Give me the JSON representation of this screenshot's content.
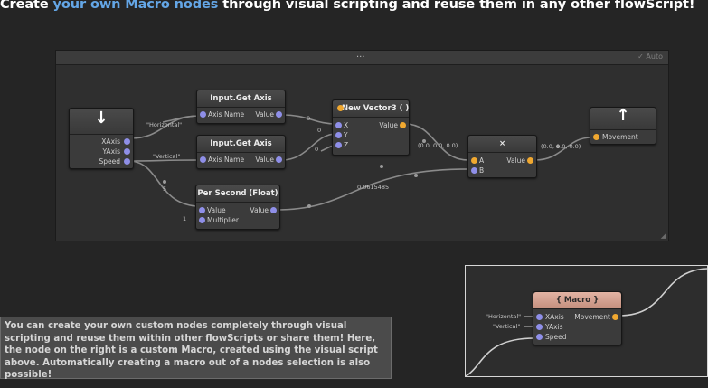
{
  "headline": {
    "prefix": "Create ",
    "highlight": "your own Macro nodes",
    "suffix": " through visual scripting and reuse them in any other flowScript!"
  },
  "editor": {
    "top_dots": "...",
    "auto_label": "✓ Auto",
    "resize_glyph": "◢"
  },
  "nodes": {
    "input_arrow": {
      "glyph": "↓",
      "ports": [
        "XAxis",
        "YAxis",
        "Speed"
      ]
    },
    "get_axis_1": {
      "title": "Input.Get Axis",
      "in_label": "Axis Name",
      "out_label": "Value"
    },
    "get_axis_2": {
      "title": "Input.Get Axis",
      "in_label": "Axis Name",
      "out_label": "Value"
    },
    "new_vector3": {
      "title": "New Vector3 ( )",
      "inputs": [
        "X",
        "Y",
        "Z"
      ],
      "out_label": "Value"
    },
    "multiply": {
      "title": "×",
      "inputs": [
        "A",
        "B"
      ],
      "out_label": "Value"
    },
    "output_arrow": {
      "glyph": "↑",
      "port": "Movement"
    },
    "per_second": {
      "title": "Per Second (Float)",
      "inputs": [
        "Value",
        "Multiplier"
      ],
      "out_label": "Value"
    }
  },
  "wire_labels": {
    "horizontal": "\"Horizontal\"",
    "vertical": "\"Vertical\"",
    "zero_x": "0",
    "zero_y": "0",
    "zero_z": "0",
    "speed_value": "5",
    "multiplier_value": "1",
    "vec_zero_in": "(0.0, 0.0, 0.0)",
    "vec_zero_out": "(0.0, 0.0, 0.0)",
    "per_second_result": "0.0615485"
  },
  "caption": "You can create your own custom nodes completely through visual scripting and reuse them within other flowScripts or share them! Here, the node on the right is a custom Macro, created using the visual script above. Automatically creating a macro out of a nodes selection is also possible!",
  "macro_node": {
    "title": "{ Macro }",
    "inputs": [
      "XAxis",
      "YAxis",
      "Speed"
    ],
    "output": "Movement",
    "horizontal_label": "\"Horizontal\"",
    "vertical_label": "\"Vertical\""
  }
}
